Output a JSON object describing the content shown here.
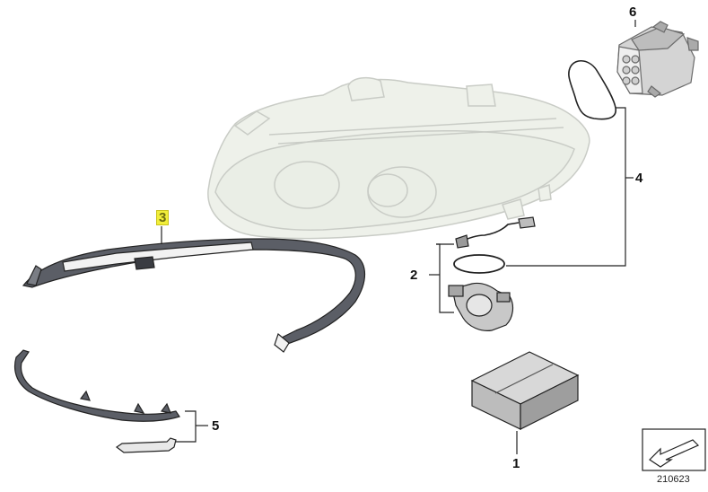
{
  "callouts": {
    "c1": "1",
    "c2": "2",
    "c3": "3",
    "c4": "4",
    "c5": "5",
    "c6": "6"
  },
  "diagram_id": "210623",
  "colors": {
    "headlamp_fill": "#eef1ea",
    "headlamp_stroke": "#c9ccc6",
    "seal_fill": "#5b5e66",
    "part_stroke": "#222222",
    "highlight": "#f1ee3a",
    "box_top": "#d8d8d8",
    "box_side": "#9e9e9e"
  }
}
